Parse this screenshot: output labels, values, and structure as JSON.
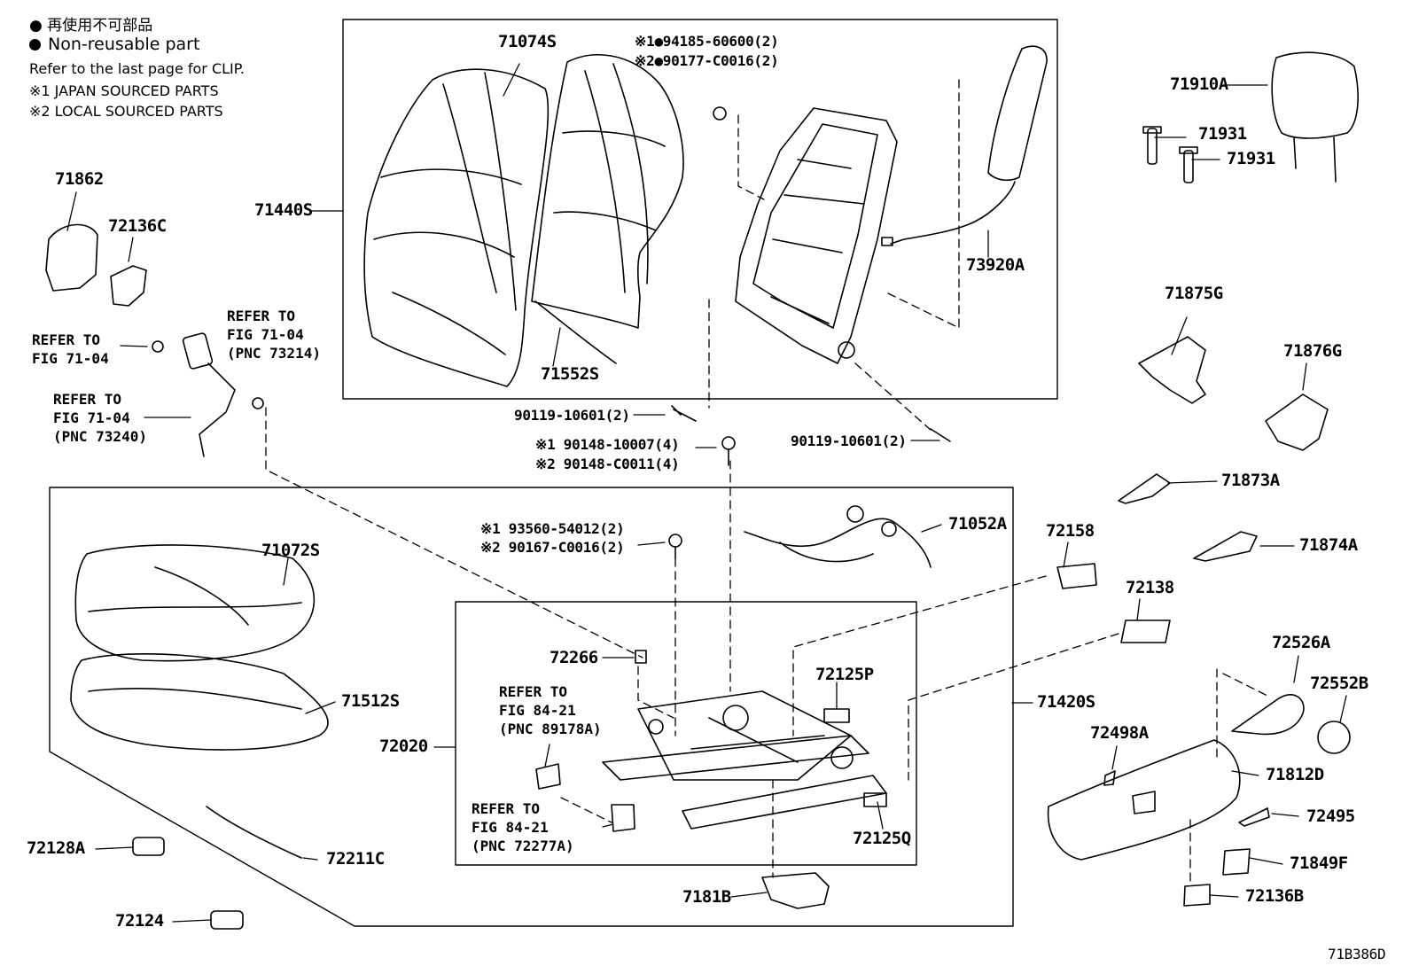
{
  "legend": {
    "jp_note": "● 再使用不可部品",
    "non_reusable": "Non-reusable part",
    "clip_note": "Refer to the last page for CLIP.",
    "note1": "※1  JAPAN SOURCED PARTS",
    "note2": "※2  LOCAL SOURCED PARTS"
  },
  "labels": {
    "p71074S": "71074S",
    "p71440S": "71440S",
    "p71552S": "71552S",
    "bolt_94185_jp": "※1●94185-60600(2)",
    "bolt_90177_local": "※2●90177-C0016(2)",
    "p73920A": "73920A",
    "p71910A": "71910A",
    "p71931a": "71931",
    "p71931b": "71931",
    "p71862": "71862",
    "p72136C": "72136C",
    "p71875G": "71875G",
    "p71876G": "71876G",
    "p71873A": "71873A",
    "p71874A": "71874A",
    "bolt_90119_left": "90119-10601(2)",
    "bolt_90119_right": "90119-10601(2)",
    "bolt_90148_jp": "※1 90148-10007(4)",
    "bolt_90148_local": "※2 90148-C0011(4)",
    "bolt_93560_jp": "※1 93560-54012(2)",
    "bolt_90167_local": "※2 90167-C0016(2)",
    "p71052A": "71052A",
    "p72158": "72158",
    "p72138": "72138",
    "p71072S": "71072S",
    "p71512S": "71512S",
    "p72020": "72020",
    "p72266": "72266",
    "p72125P": "72125P",
    "p71420S": "71420S",
    "p72526A": "72526A",
    "p72552B": "72552B",
    "p72498A": "72498A",
    "p71812D": "71812D",
    "p72495": "72495",
    "p71849F": "71849F",
    "p72136B": "72136B",
    "p72125Q": "72125Q",
    "p7181B": "7181B",
    "p72128A": "72128A",
    "p72211C": "72211C",
    "p72124": "72124",
    "figure_code": "71B386D"
  },
  "refs": {
    "r1": [
      "REFER TO",
      "FIG 71-04"
    ],
    "r2": [
      "REFER TO",
      "FIG 71-04",
      "(PNC 73214)"
    ],
    "r3": [
      "REFER TO",
      "FIG 71-04",
      "(PNC 73240)"
    ],
    "r4": [
      "REFER TO",
      "FIG 84-21",
      "(PNC 89178A)"
    ],
    "r5": [
      "REFER TO",
      "FIG 84-21",
      "(PNC 72277A)"
    ]
  }
}
